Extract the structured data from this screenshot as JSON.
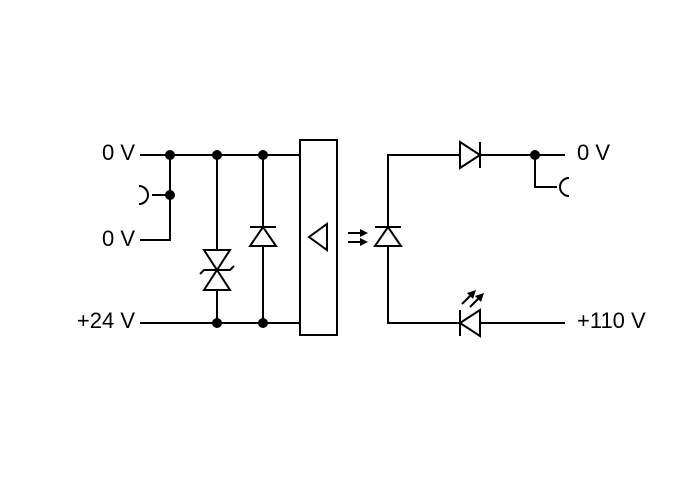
{
  "labels": {
    "left_top": "0 V",
    "left_mid": "0 V",
    "left_bottom": "+24 V",
    "right_top": "0 V",
    "right_bottom": "+110 V"
  },
  "colors": {
    "ink": "#000000",
    "background": "#ffffff"
  }
}
